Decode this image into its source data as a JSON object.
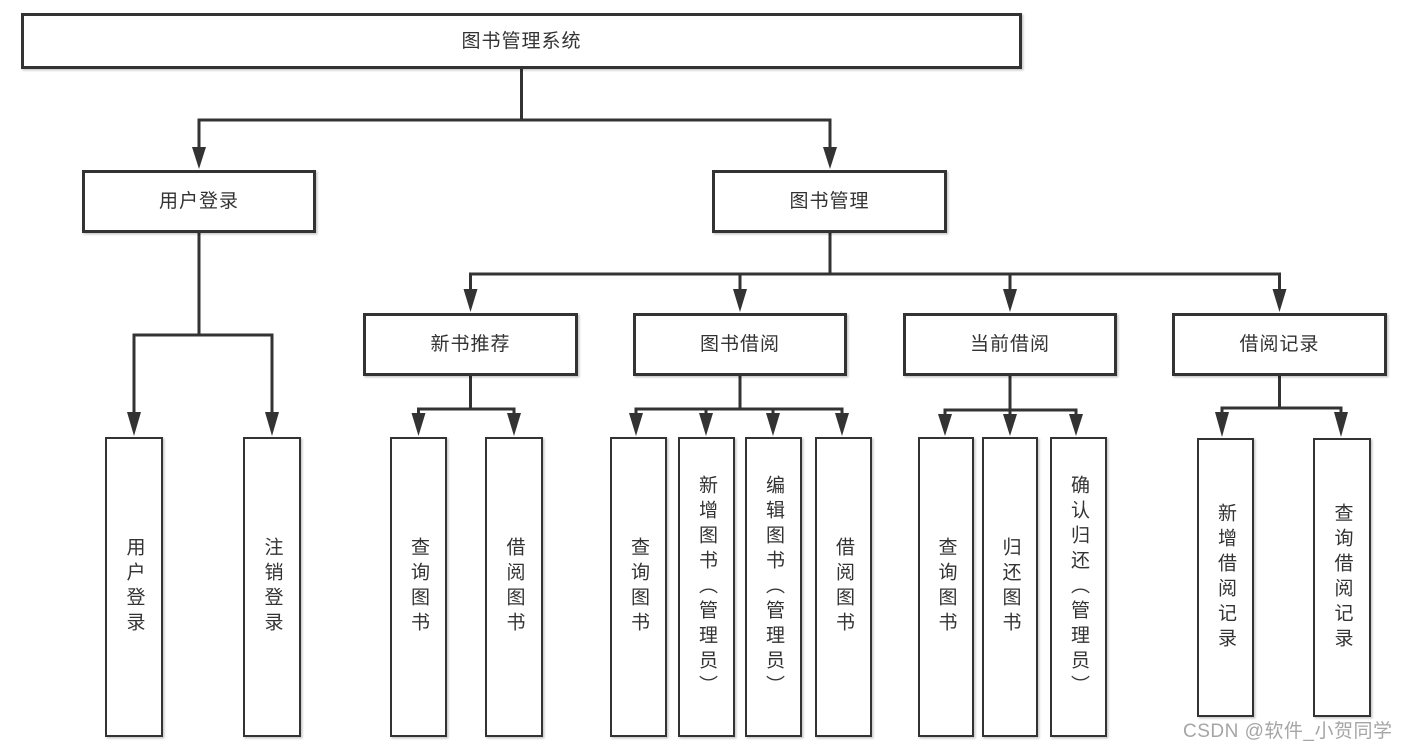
{
  "tree": {
    "label": "图书管理系统",
    "children": [
      {
        "label": "用户登录",
        "children": [
          {
            "label": "用户登录"
          },
          {
            "label": "注销登录"
          }
        ]
      },
      {
        "label": "图书管理",
        "children": [
          {
            "label": "新书推荐",
            "children": [
              {
                "label": "查询图书"
              },
              {
                "label": "借阅图书"
              }
            ]
          },
          {
            "label": "图书借阅",
            "children": [
              {
                "label": "查询图书"
              },
              {
                "label": "新增图书（管理员）"
              },
              {
                "label": "编辑图书（管理员）"
              },
              {
                "label": "借阅图书"
              }
            ]
          },
          {
            "label": "当前借阅",
            "children": [
              {
                "label": "查询图书"
              },
              {
                "label": "归还图书"
              },
              {
                "label": "确认归还（管理员）"
              }
            ]
          },
          {
            "label": "借阅记录",
            "children": [
              {
                "label": "新增借阅记录"
              },
              {
                "label": "查询借阅记录"
              }
            ]
          }
        ]
      }
    ]
  },
  "watermark": "CSDN @软件_小贺同学",
  "colors": {
    "line": "#333333",
    "text": "#333333",
    "watermark": "#9c9c9c",
    "background": "#ffffff"
  }
}
